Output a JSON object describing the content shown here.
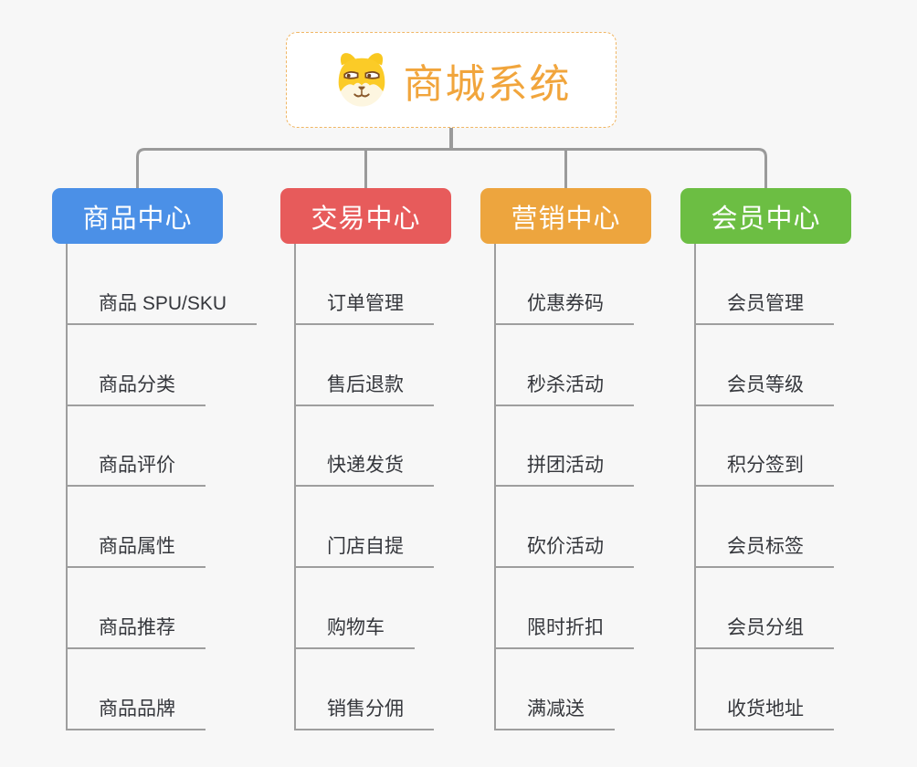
{
  "root": {
    "title": "商城系统",
    "icon": "dog-face-icon",
    "title_color": "#f1a53c",
    "border_color": "#f0b664"
  },
  "branches": [
    {
      "label": "商品中心",
      "color": "#4b90e7",
      "items": [
        "商品 SPU/SKU",
        "商品分类",
        "商品评价",
        "商品属性",
        "商品推荐",
        "商品品牌"
      ]
    },
    {
      "label": "交易中心",
      "color": "#e75b5b",
      "items": [
        "订单管理",
        "售后退款",
        "快递发货",
        "门店自提",
        "购物车",
        "销售分佣"
      ]
    },
    {
      "label": "营销中心",
      "color": "#eda53e",
      "items": [
        "优惠券码",
        "秒杀活动",
        "拼团活动",
        "砍价活动",
        "限时折扣",
        "满减送"
      ]
    },
    {
      "label": "会员中心",
      "color": "#6cbe43",
      "items": [
        "会员管理",
        "会员等级",
        "积分签到",
        "会员标签",
        "会员分组",
        "收货地址"
      ]
    }
  ],
  "connector_color": "#9a9a9a"
}
